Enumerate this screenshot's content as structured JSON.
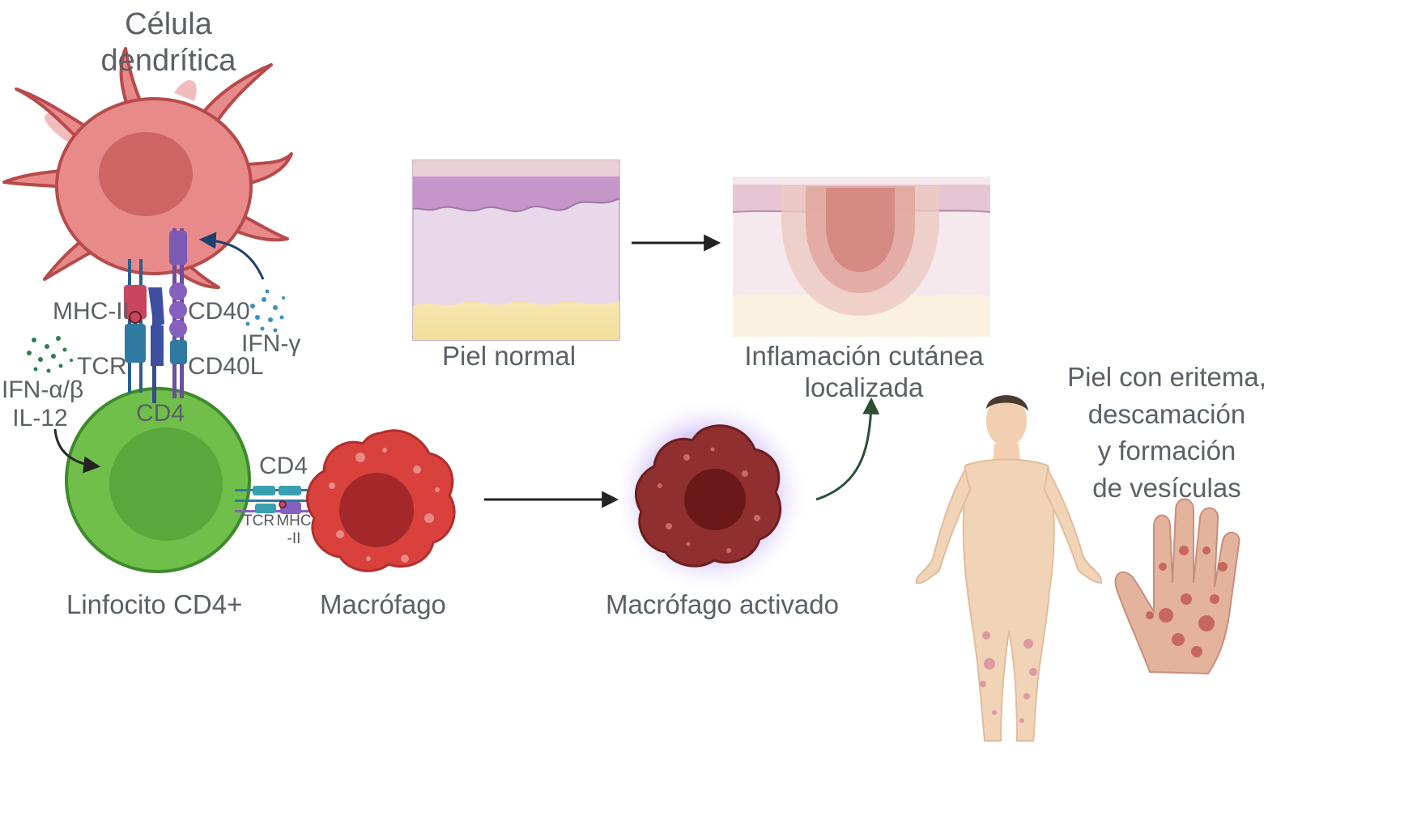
{
  "figure": {
    "dendritic_cell": {
      "line1": "Célula",
      "line2": "dendrítica"
    },
    "receptors": {
      "mhc2": "MHC-II",
      "cd40": "CD40",
      "ifn_gamma": "IFN-γ",
      "tcr": "TCR",
      "cd40l": "CD40L",
      "cd4": "CD4",
      "ifn_ab": "IFN-α/β",
      "il12": "IL-12"
    },
    "macrophage_contact": {
      "cd4": "CD4",
      "tcr": "TCR",
      "mhc_line1": "MHC",
      "mhc_line2": "-II"
    },
    "cells": {
      "lymphocyte": "Linfocito CD4+",
      "macrophage": "Macrófago",
      "activated_macrophage": "Macrófago activado"
    },
    "skin": {
      "normal": "Piel normal",
      "inflamed_line1": "Inflamación cutánea",
      "inflamed_line2": "localizada"
    },
    "symptoms": {
      "line1": "Piel con eritema,",
      "line2": "descamación",
      "line3": "y formación",
      "line4": "de vesículas"
    },
    "colors": {
      "dendritic": "#e88a8a",
      "lymphocyte": "#6fbf4a",
      "macrophage": "#d9413c",
      "activated_macrophage": "#8f2f2f",
      "text": "#5b6068"
    }
  }
}
